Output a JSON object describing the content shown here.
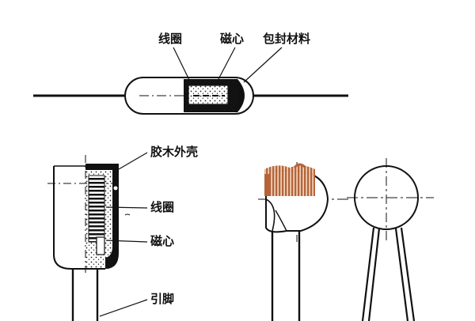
{
  "top_inductor": {
    "labels": {
      "coil": "线圈",
      "core": "磁心",
      "encapsulation": "包封材料"
    }
  },
  "bottom_left_inductor": {
    "labels": {
      "bakelite_shell": "胶木外壳",
      "coil": "线圈",
      "core": "磁心",
      "leads": "引脚"
    }
  },
  "colors": {
    "line": "#111111",
    "background": "#ffffff",
    "coil_copper": "#b5643a",
    "coil_light": "#d9a07a"
  }
}
